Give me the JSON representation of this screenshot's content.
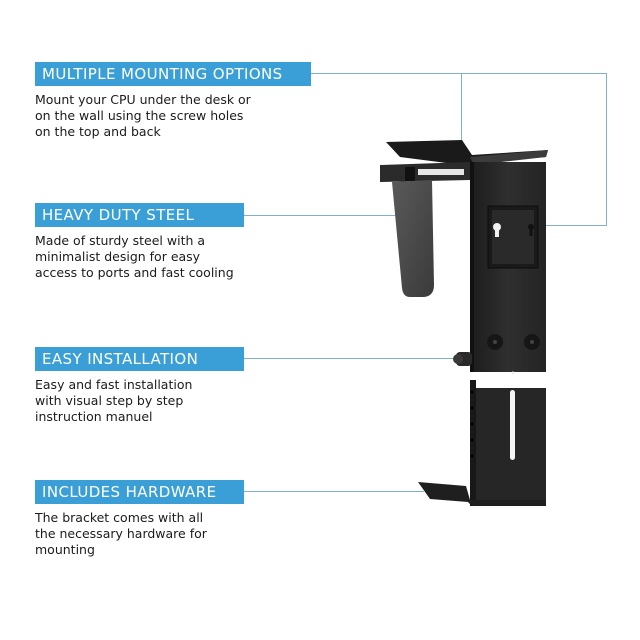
{
  "features": [
    {
      "title": "MULTIPLE MOUNTING OPTIONS",
      "description": "Mount your CPU under the desk or\non the wall using the screw holes\non the top and back"
    },
    {
      "title": "HEAVY DUTY STEEL",
      "description": "Made of sturdy steel with a\nminimalist design for easy\naccess to ports and fast cooling"
    },
    {
      "title": "EASY INSTALLATION",
      "description": "Easy and fast installation\nwith visual step by step\ninstruction manuel"
    },
    {
      "title": "INCLUDES HARDWARE",
      "description": "The bracket comes with all\nthe necessary hardware for\nmounting"
    }
  ],
  "colors": {
    "label_background": "#3a9fd6",
    "label_text": "#ffffff",
    "connector_line": "#7fb4c6",
    "body_text": "#1b1b1b",
    "product_metal": "#2a2a2a"
  },
  "product": {
    "name": "cpu-holder-bracket-image"
  }
}
